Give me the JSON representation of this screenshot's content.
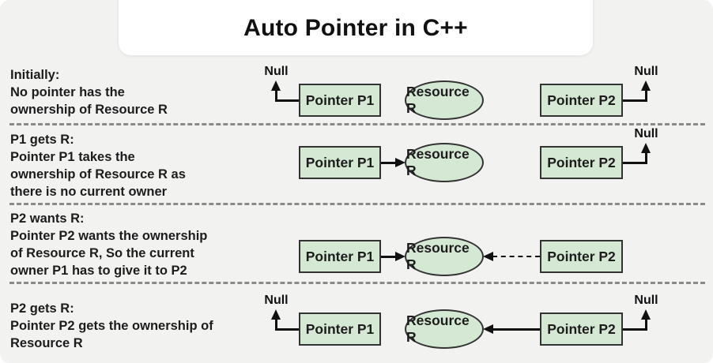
{
  "title": "Auto Pointer in C++",
  "colors": {
    "background": "#f2f2f1",
    "card": "#ffffff",
    "shape_fill": "#d5e8d4",
    "shape_border": "#333333",
    "line": "#111111",
    "divider": "#8a8a8a",
    "text": "#1c1c1c"
  },
  "labels": {
    "pointer_p1": "Pointer P1",
    "resource_r": "Resource R",
    "pointer_p2": "Pointer P2",
    "null_label": "Null"
  },
  "rows": [
    {
      "heading": "Initially:",
      "description_lines": [
        "No pointer has the",
        "ownership of Resource R"
      ],
      "connections": {
        "p1_null": true,
        "p1_to_resource": "none",
        "resource_from_p2": "none",
        "p2_null": true
      }
    },
    {
      "heading": "P1 gets R:",
      "description_lines": [
        "Pointer P1 takes the",
        "ownership of Resource R as",
        "there is no current owner"
      ],
      "connections": {
        "p1_null": false,
        "p1_to_resource": "solid",
        "resource_from_p2": "none",
        "p2_null": true
      }
    },
    {
      "heading": "P2 wants R:",
      "description_lines": [
        "Pointer P2 wants the ownership",
        "of Resource R, So the current",
        "owner P1 has to give it to P2"
      ],
      "connections": {
        "p1_null": false,
        "p1_to_resource": "solid",
        "resource_from_p2": "dashed",
        "p2_null": false
      }
    },
    {
      "heading": "P2 gets R:",
      "description_lines": [
        "Pointer P2 gets the ownership of",
        "Resource R"
      ],
      "connections": {
        "p1_null": true,
        "p1_to_resource": "none",
        "resource_from_p2": "solid",
        "p2_null": true
      }
    }
  ]
}
